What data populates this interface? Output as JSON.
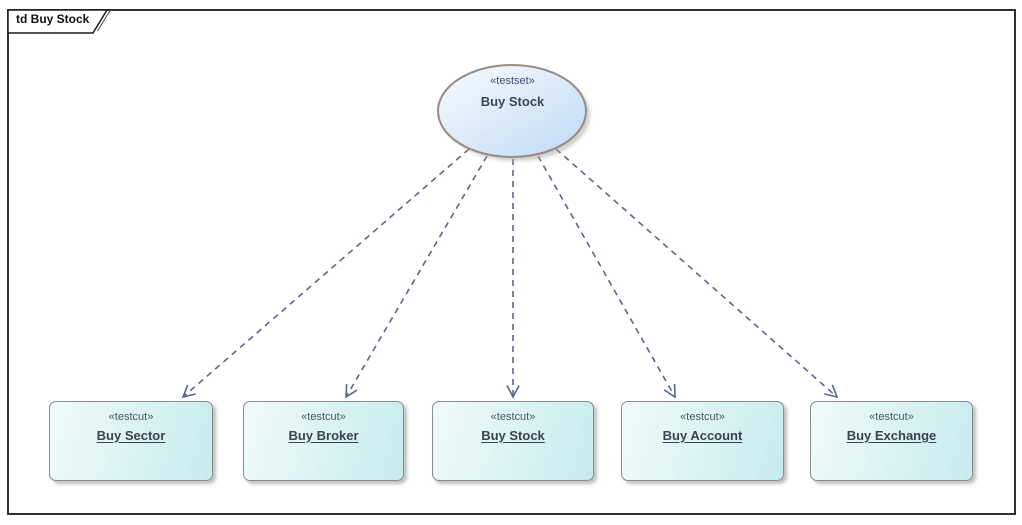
{
  "frame": {
    "title": "td Buy Stock",
    "kind": "test diagram frame"
  },
  "ellipse_node": {
    "stereotype": "«testset»",
    "name": "Buy Stock"
  },
  "test_nodes": [
    {
      "stereotype": "«testcut»",
      "name": "Buy Sector"
    },
    {
      "stereotype": "«testcut»",
      "name": "Buy Broker"
    },
    {
      "stereotype": "«testcut»",
      "name": "Buy Stock"
    },
    {
      "stereotype": "«testcut»",
      "name": "Buy Account"
    },
    {
      "stereotype": "«testcut»",
      "name": "Buy Exchange"
    }
  ],
  "connections": [
    {
      "from": "Buy Stock",
      "to": "Buy Sector",
      "style": "dashed-open-arrow"
    },
    {
      "from": "Buy Stock",
      "to": "Buy Broker",
      "style": "dashed-open-arrow"
    },
    {
      "from": "Buy Stock",
      "to": "Buy Stock",
      "style": "dashed-open-arrow"
    },
    {
      "from": "Buy Stock",
      "to": "Buy Account",
      "style": "dashed-open-arrow"
    },
    {
      "from": "Buy Stock",
      "to": "Buy Exchange",
      "style": "dashed-open-arrow"
    }
  ],
  "colors": {
    "arrow": "#5A6789",
    "frame_border": "#1A1A1A",
    "ellipse_fill_light": "#F5FAFE",
    "ellipse_fill_dark": "#BEDBF4",
    "ellipse_border": "#9B8B85",
    "node_fill_light": "#F0FBFA",
    "node_fill_dark": "#C7EBEE",
    "node_border": "#8A8C8E",
    "node_name_text": "#3A444E",
    "ellipse_text": "#37495C"
  }
}
